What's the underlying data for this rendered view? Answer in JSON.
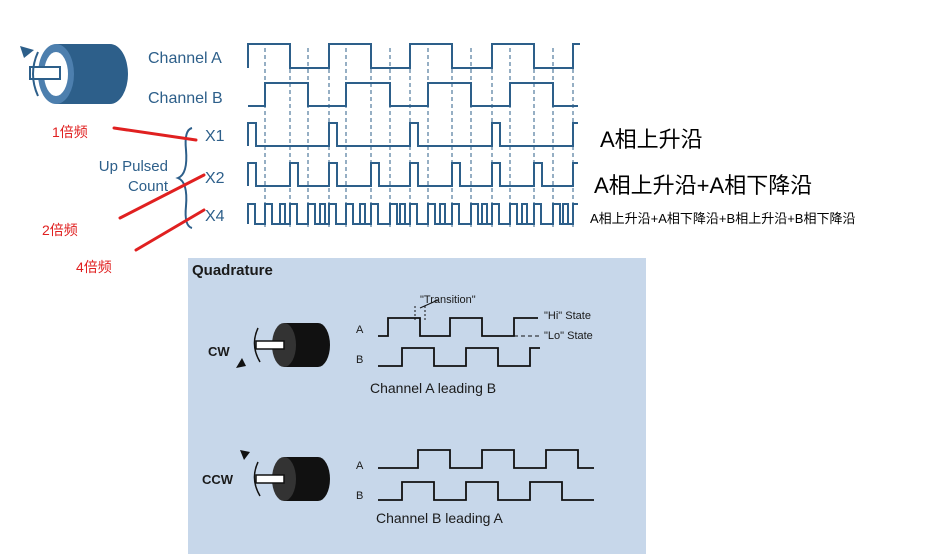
{
  "top": {
    "channel_a": "Channel A",
    "channel_b": "Channel B",
    "x1": "X1",
    "x2": "X2",
    "x4": "X4",
    "up_pulsed_line1": "Up Pulsed",
    "up_pulsed_line2": "Count"
  },
  "annotations": {
    "x1_note": "A相上升沿",
    "x2_note": "A相上升沿+A相下降沿",
    "x4_note": "A相上升沿+A相下降沿+B相上升沿+B相下降沿"
  },
  "red_labels": {
    "one": "1倍频",
    "two": "2倍频",
    "four": "4倍频"
  },
  "quadrature": {
    "title": "Quadrature",
    "transition": "\"Transition\"",
    "hi_state": "\"Hi\" State",
    "lo_state": "\"Lo\" State",
    "cw": "CW",
    "ccw": "CCW",
    "a": "A",
    "b": "B",
    "cw_caption": "Channel A leading B",
    "ccw_caption": "Channel B leading A"
  },
  "colors": {
    "waveform": "#2d5f8a",
    "annotation_red": "#e02020",
    "panel_bg": "#c7d7ea"
  }
}
